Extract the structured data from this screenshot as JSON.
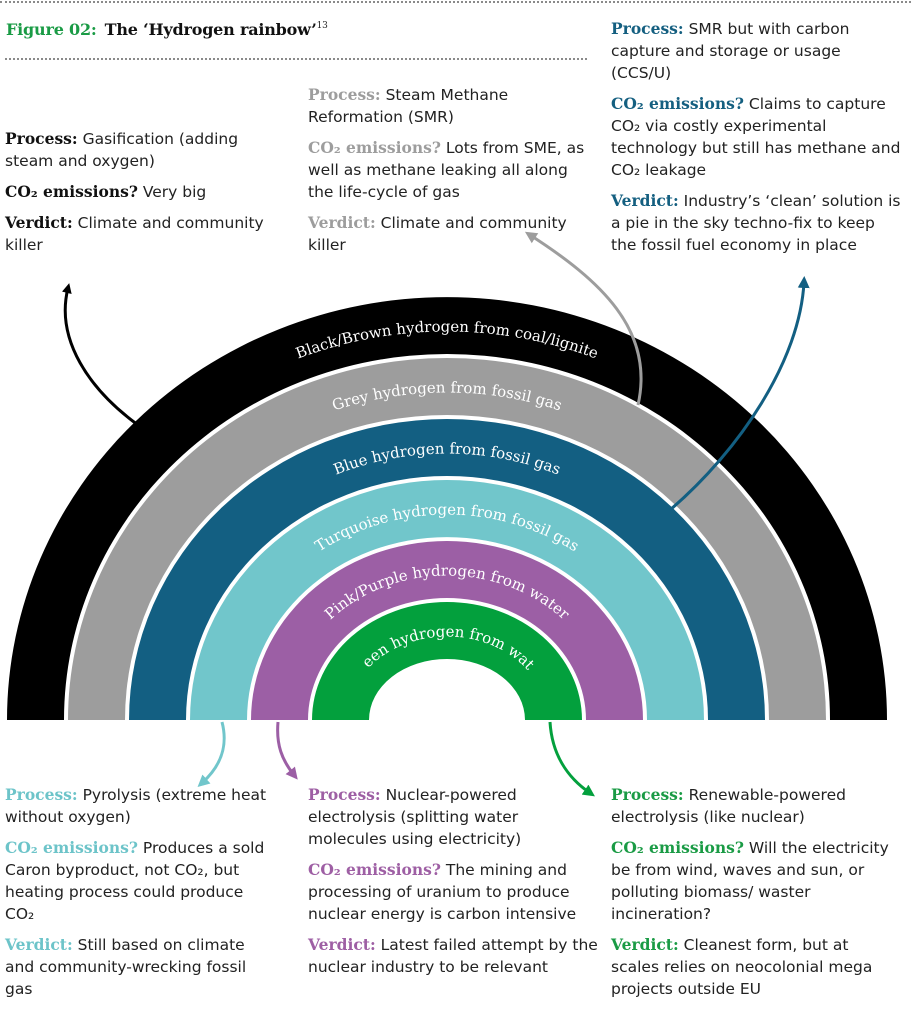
{
  "title": {
    "figure": "Figure 02:",
    "name": "The ‘Hydrogen rainbow’",
    "footnote": "13"
  },
  "colors": {
    "black": "#000000",
    "grey": "#9d9d9d",
    "blue": "#135f82",
    "turquoise": "#71c6cb",
    "purple": "#9c5fa5",
    "green": "#03a03d",
    "title_accent": "#1a9b45"
  },
  "bands": [
    {
      "key": "black",
      "label": "Black/Brown hydrogen from coal/lignite"
    },
    {
      "key": "grey",
      "label": "Grey hydrogen from fossil gas"
    },
    {
      "key": "blue",
      "label": "Blue hydrogen from fossil gas"
    },
    {
      "key": "turquoise",
      "label": "Turquoise hydrogen from fossil gas"
    },
    {
      "key": "purple",
      "label": "Pink/Purple hydrogen from water"
    },
    {
      "key": "green",
      "label": "Green hydrogen from water"
    }
  ],
  "labels": {
    "process": "Process:",
    "co2": "CO₂ emissions?",
    "verdict": "Verdict:"
  },
  "descriptions": {
    "black": {
      "process": "Gasification (adding steam and oxygen)",
      "co2": "Very big",
      "verdict": "Climate and community killer"
    },
    "grey": {
      "process": "Steam Methane Reformation (SMR)",
      "co2": "Lots from SME, as well as methane leaking all along the life-cycle of gas",
      "verdict": "Climate and community killer"
    },
    "blue": {
      "process": "SMR but with carbon capture and storage or usage (CCS/U)",
      "co2": "Claims to capture CO₂ via costly experimental technology but still has methane and CO₂ leakage",
      "verdict": "Industry’s ‘clean’ solution is a pie in the sky techno-fix to keep the fossil fuel economy in place"
    },
    "turquoise": {
      "process": "Pyrolysis (extreme heat without oxygen)",
      "co2": "Produces a sold Caron byproduct, not CO₂, but heating process could produce CO₂",
      "verdict": "Still based on climate and community-wrecking fossil gas"
    },
    "purple": {
      "process": "Nuclear-powered electrolysis (splitting water molecules using electricity)",
      "co2": "The mining and processing of uranium to produce nuclear energy is carbon intensive",
      "verdict": "Latest failed attempt by the nuclear industry to be relevant"
    },
    "green": {
      "process": "Renewable-powered electrolysis (like nuclear)",
      "co2": "Will the electricity be from wind, waves and sun, or polluting biomass/ waster incineration?",
      "verdict": "Cleanest form, but at scales relies on neocolonial mega projects outside EU"
    }
  }
}
